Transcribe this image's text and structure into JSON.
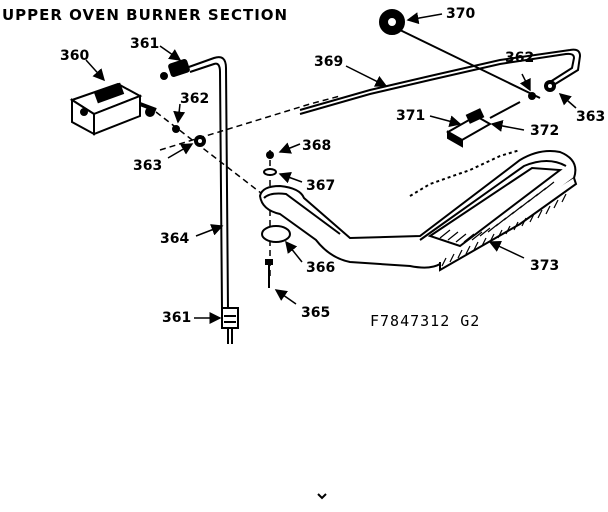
{
  "diagram": {
    "title": "UPPER OVEN BURNER SECTION",
    "drawing_code": "F7847312 G2",
    "parts": [
      {
        "id": "p360",
        "label": "360"
      },
      {
        "id": "p361a",
        "label": "361"
      },
      {
        "id": "p361b",
        "label": "361"
      },
      {
        "id": "p362a",
        "label": "362"
      },
      {
        "id": "p362b",
        "label": "362"
      },
      {
        "id": "p363a",
        "label": "363"
      },
      {
        "id": "p363b",
        "label": "363"
      },
      {
        "id": "p364",
        "label": "364"
      },
      {
        "id": "p365",
        "label": "365"
      },
      {
        "id": "p366",
        "label": "366"
      },
      {
        "id": "p367",
        "label": "367"
      },
      {
        "id": "p368",
        "label": "368"
      },
      {
        "id": "p369",
        "label": "369"
      },
      {
        "id": "p370",
        "label": "370"
      },
      {
        "id": "p371",
        "label": "371"
      },
      {
        "id": "p372",
        "label": "372"
      },
      {
        "id": "p373",
        "label": "373"
      }
    ]
  }
}
